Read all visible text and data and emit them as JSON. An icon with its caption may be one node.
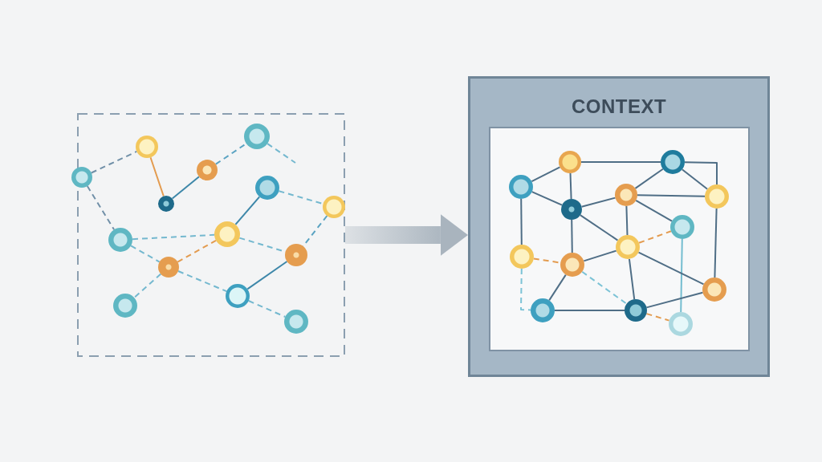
{
  "diagram": {
    "nodes": [
      {
        "text": [],
        "shape": "box"
      },
      {
        "text": [],
        "shape": "circle",
        "in": 0
      },
      {
        "text": [],
        "shape": "circle",
        "in": 0
      },
      {
        "text": [],
        "shape": "circle",
        "in": 0
      },
      {
        "text": [],
        "shape": "circle",
        "in": 0
      },
      {
        "text": [],
        "shape": "circle",
        "in": 0
      },
      {
        "text": [],
        "shape": "circle",
        "in": 0
      },
      {
        "text": [],
        "shape": "circle",
        "in": 0
      },
      {
        "text": [],
        "shape": "circle",
        "in": 0
      },
      {
        "text": [],
        "shape": "circle",
        "in": 0
      },
      {
        "text": [],
        "shape": "circle",
        "in": 0
      },
      {
        "text": [],
        "shape": "circle",
        "in": 0
      },
      {
        "text": [],
        "shape": "circle",
        "in": 0
      },
      {
        "text": [],
        "shape": "circle",
        "in": 0
      },
      {
        "text": [],
        "shape": "circle",
        "in": 0
      },
      {
        "text": [
          "CONTEXT"
        ]
      },
      {
        "text": [],
        "shape": "box",
        "in": 15
      },
      {
        "text": [],
        "shape": "circle",
        "in": 16
      },
      {
        "text": [],
        "shape": "circle",
        "in": 16
      },
      {
        "text": [],
        "shape": "circle",
        "in": 16
      },
      {
        "text": [],
        "shape": "circle",
        "in": 16
      },
      {
        "text": [],
        "shape": "circle",
        "in": 16
      },
      {
        "text": [],
        "shape": "circle",
        "in": 16
      },
      {
        "text": [],
        "shape": "circle",
        "in": 16
      },
      {
        "text": [],
        "shape": "circle",
        "in": 16
      },
      {
        "text": [],
        "shape": "circle",
        "in": 16
      },
      {
        "text": [],
        "shape": "circle",
        "in": 16
      },
      {
        "text": [],
        "shape": "circle",
        "in": 16
      },
      {
        "text": [],
        "shape": "circle",
        "in": 16
      },
      {
        "text": [],
        "shape": "circle",
        "in": 16
      },
      {
        "text": [],
        "shape": "circle",
        "in": 16
      }
    ],
    "edges": [
      {
        "from": 4,
        "to": 2,
        "arrow": "none",
        "style": "dashed",
        "color": "#7190a8"
      },
      {
        "from": 2,
        "to": 6,
        "arrow": "none",
        "color": "#e39b4f"
      },
      {
        "from": 6,
        "to": 3,
        "arrow": "none",
        "color": "#3d87a9"
      },
      {
        "from": 3,
        "to": 1,
        "arrow": "none",
        "style": "dashed",
        "color": "#5aa3c2"
      },
      {
        "from": 1,
        "to": null,
        "arrow": "none",
        "style": "dashed",
        "color": "#74b8cf"
      },
      {
        "from": 4,
        "to": 9,
        "arrow": "none",
        "style": "dashed",
        "color": "#7190a8"
      },
      {
        "from": 5,
        "to": 8,
        "arrow": "none",
        "color": "#3d87a9"
      },
      {
        "from": 5,
        "to": 7,
        "arrow": "none",
        "style": "dashed",
        "color": "#74b8cf"
      },
      {
        "from": 7,
        "to": 10,
        "arrow": "none",
        "style": "dashed",
        "color": "#5aa3c2"
      },
      {
        "from": 9,
        "to": 8,
        "arrow": "none",
        "style": "dashed",
        "color": "#74b8cf"
      },
      {
        "from": 8,
        "to": 10,
        "arrow": "none",
        "style": "dashed",
        "color": "#74b8cf"
      },
      {
        "from": 9,
        "to": 11,
        "arrow": "none",
        "style": "dashed",
        "color": "#74b8cf"
      },
      {
        "from": 11,
        "to": 8,
        "arrow": "none",
        "style": "dashed",
        "color": "#e39b4f"
      },
      {
        "from": 11,
        "to": 13,
        "arrow": "none",
        "style": "dashed",
        "color": "#74b8cf"
      },
      {
        "from": 11,
        "to": 12,
        "arrow": "none",
        "style": "dashed",
        "color": "#74b8cf"
      },
      {
        "from": 10,
        "to": 12,
        "arrow": "none",
        "color": "#3d87a9"
      },
      {
        "from": 12,
        "to": 14,
        "arrow": "none",
        "style": "dashed",
        "color": "#74b8cf"
      },
      {
        "from": 17,
        "to": 18,
        "arrow": "none"
      },
      {
        "from": 18,
        "to": 21,
        "arrow": "none"
      },
      {
        "from": 18,
        "to": 21,
        "arrow": "none"
      },
      {
        "from": 19,
        "to": 17,
        "arrow": "none"
      },
      {
        "from": 19,
        "to": 22,
        "arrow": "none"
      },
      {
        "from": 19,
        "to": 25,
        "arrow": "none"
      },
      {
        "from": 17,
        "to": 22,
        "arrow": "none"
      },
      {
        "from": 22,
        "to": 20,
        "arrow": "none"
      },
      {
        "from": 20,
        "to": 18,
        "arrow": "none"
      },
      {
        "from": 20,
        "to": 21,
        "arrow": "none"
      },
      {
        "from": 20,
        "to": 24,
        "arrow": "none"
      },
      {
        "from": 20,
        "to": 23,
        "arrow": "none"
      },
      {
        "from": 22,
        "to": 24,
        "arrow": "none"
      },
      {
        "from": 22,
        "to": 26,
        "arrow": "none"
      },
      {
        "from": 24,
        "to": 23,
        "arrow": "none",
        "style": "dashed",
        "color": "#e39b4f"
      },
      {
        "from": 21,
        "to": 27,
        "arrow": "none"
      },
      {
        "from": 23,
        "to": 30,
        "arrow": "none",
        "color": "#74bdd0"
      },
      {
        "from": 25,
        "to": 26,
        "arrow": "none",
        "style": "dashed",
        "color": "#e39b4f"
      },
      {
        "from": 25,
        "to": 28,
        "arrow": "none",
        "style": "dashed",
        "color": "#7cc3d6"
      },
      {
        "from": 26,
        "to": 24,
        "arrow": "none"
      },
      {
        "from": 26,
        "to": 28,
        "arrow": "none"
      },
      {
        "from": 26,
        "to": 29,
        "arrow": "none",
        "style": "dashed",
        "color": "#7cc3d6"
      },
      {
        "from": 24,
        "to": 29,
        "arrow": "none"
      },
      {
        "from": 24,
        "to": 27,
        "arrow": "none"
      },
      {
        "from": 28,
        "to": 29,
        "arrow": "none"
      },
      {
        "from": 29,
        "to": 27,
        "arrow": "none"
      },
      {
        "from": 29,
        "to": 30,
        "arrow": "none",
        "style": "dashed",
        "color": "#e39b4f"
      },
      {
        "from": 0,
        "to": 15,
        "arrow": "to",
        "style": "thick",
        "color": "#a9b4be"
      }
    ]
  }
}
